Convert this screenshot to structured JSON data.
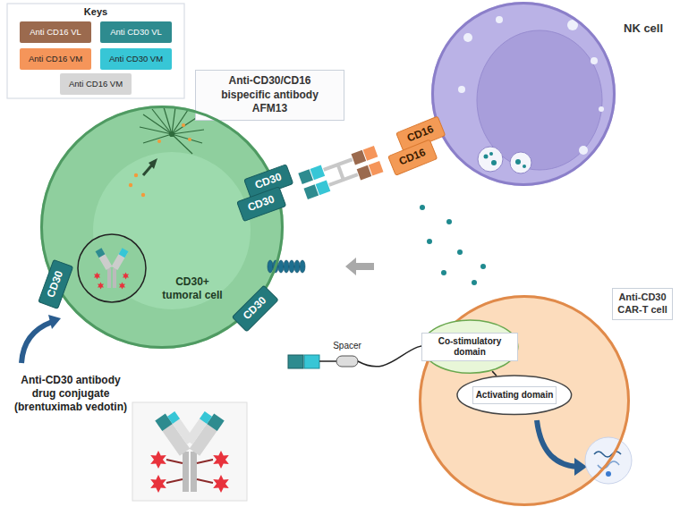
{
  "diagram": {
    "nodes": [
      {
        "text": [
          "Anti-CD30/CD16 bispecific antibody AFM13"
        ]
      },
      {
        "text": [
          "NK cell"
        ]
      },
      {
        "text": [
          "CD16"
        ]
      },
      {
        "text": [
          "CD16"
        ]
      },
      {
        "text": [
          "CD30+ tumoral cell"
        ]
      },
      {
        "text": [
          "CD30"
        ]
      },
      {
        "text": [
          "CD30"
        ]
      },
      {
        "text": [
          "CD30"
        ]
      },
      {
        "text": [
          "CD30"
        ]
      },
      {
        "text": [
          "Anti-CD30 CAR-T cell"
        ]
      },
      {
        "text": [
          "Co-stimulatory domain"
        ],
        "in": 9
      },
      {
        "text": [
          "Activating domain"
        ],
        "in": 9
      }
    ],
    "edges": [
      {
        "from": 10,
        "to": 11,
        "arrow": "none"
      }
    ],
    "labels": [
      "Keys",
      "Spacer",
      "Anti-CD30 antibody drug conjugate (brentuximab vedotin)"
    ],
    "legend": [
      {
        "text": "Anti CD16 VL",
        "color": "#9b6a4e"
      },
      {
        "text": "Anti CD30 VL",
        "color": "#2e8b8f"
      },
      {
        "text": "Anti CD16 VM",
        "color": "#f5955a"
      },
      {
        "text": "Anti CD30 VM",
        "color": "#37c6d6"
      },
      {
        "text": "Anti CD16 VM",
        "color": "#d6d6d6"
      }
    ]
  }
}
